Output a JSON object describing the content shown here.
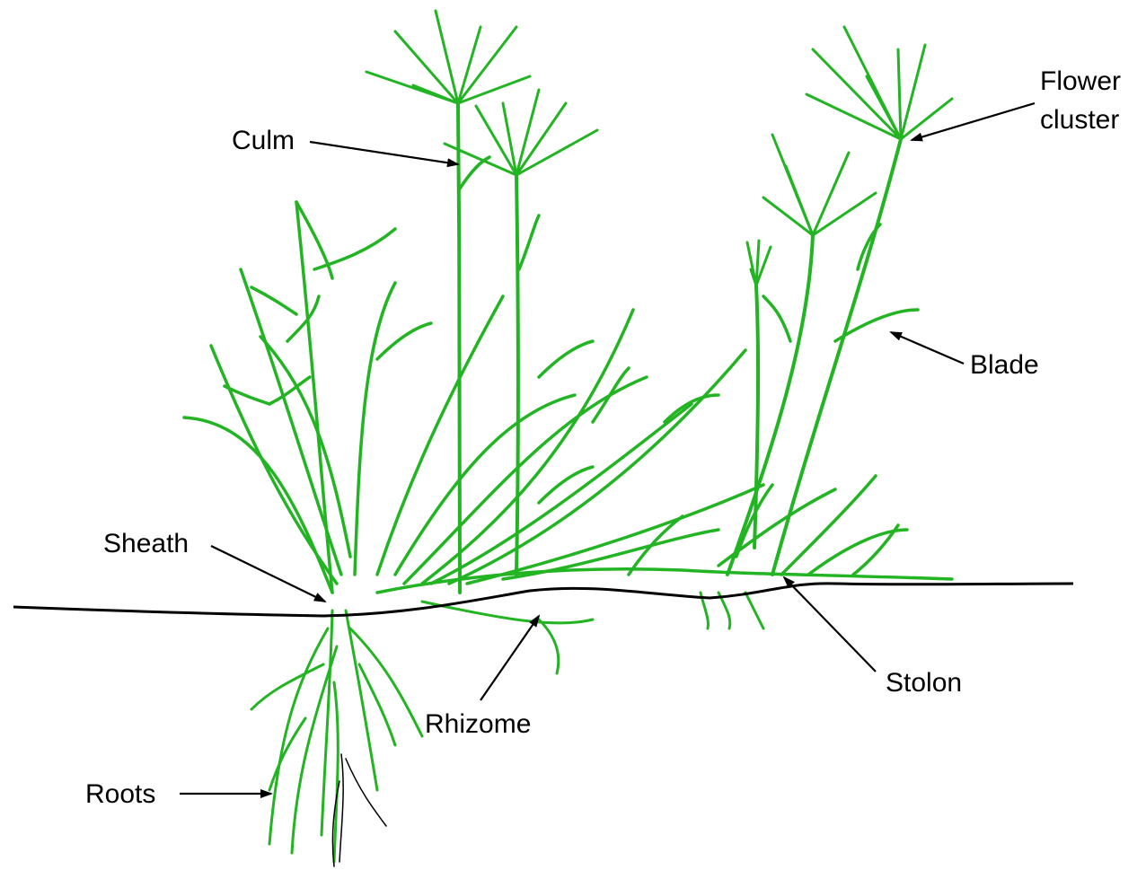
{
  "colors": {
    "plant": "#22b422",
    "ground": "#000000",
    "text": "#000000",
    "background": "#ffffff"
  },
  "labels": {
    "culm": "Culm",
    "flower_cluster_line1": "Flower",
    "flower_cluster_line2": "cluster",
    "blade": "Blade",
    "sheath": "Sheath",
    "rhizome": "Rhizome",
    "stolon": "Stolon",
    "roots": "Roots"
  }
}
